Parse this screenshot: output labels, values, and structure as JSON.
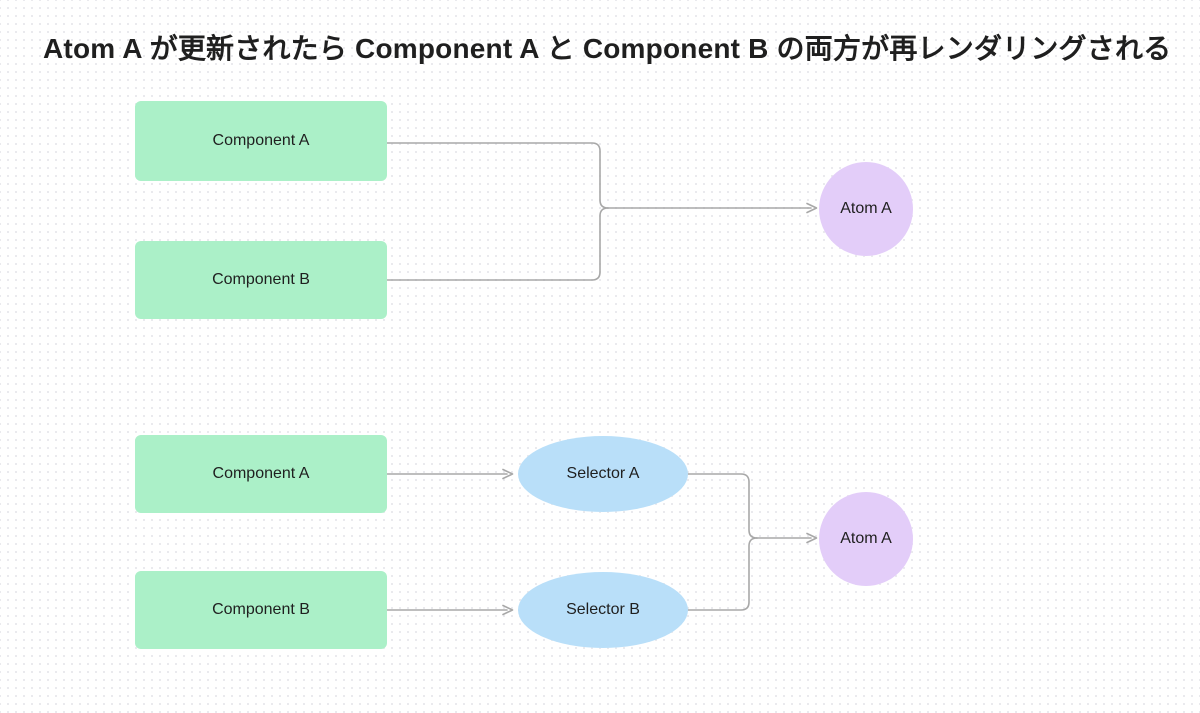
{
  "title": "Atom A が更新されたら Component A と Component B の両方が再レンダリングされる",
  "colors": {
    "background": "#FFFFFF",
    "dot_grid": "#EAEAEE",
    "component_fill": "#ABF0C8",
    "selector_fill": "#B9DFF9",
    "atom_fill": "#E3CDF9",
    "connector": "#A8A8A8",
    "text": "#1F1F1F"
  },
  "top_diagram": {
    "component_a": "Component A",
    "component_b": "Component B",
    "atom_a": "Atom A"
  },
  "bottom_diagram": {
    "component_a": "Component A",
    "component_b": "Component B",
    "selector_a": "Selector A",
    "selector_b": "Selector B",
    "atom_a": "Atom A"
  }
}
